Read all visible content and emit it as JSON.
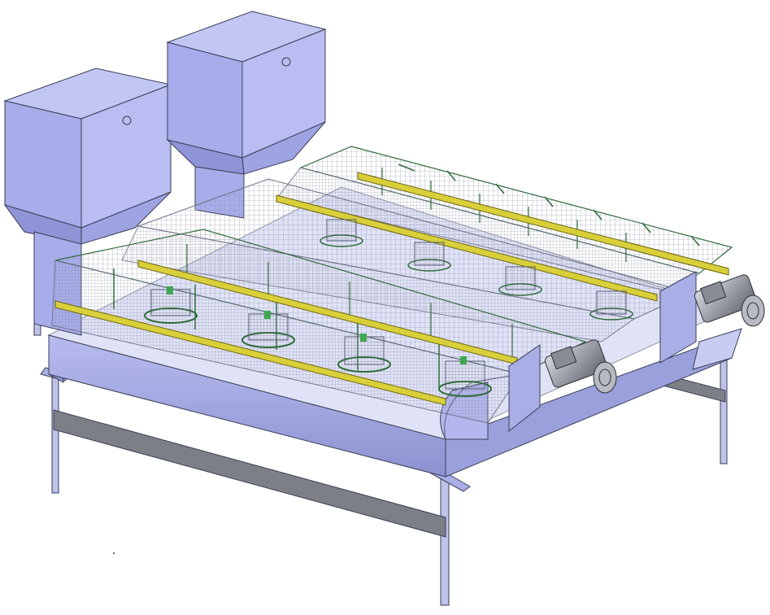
{
  "view": "3d-cad-render-cage-battery",
  "colors": {
    "body": "#a9aee6",
    "body_dark": "#7f86c4",
    "body_light": "#c8cbf2",
    "mesh": "#8b8fa3",
    "frame_green": "#2f6b3a",
    "feeder_rail": "#d8cf3a",
    "motor": "#9a9ca6",
    "leg_steel": "#bfc3ea",
    "crossbar": "#7c7f86"
  },
  "components": {
    "hoppers": 2,
    "motors": 2,
    "feeder_rails": 4,
    "feeder_drums_front_row": 4,
    "feeder_drums_back_row": 4,
    "cage_rows": 3,
    "legs": 4
  }
}
